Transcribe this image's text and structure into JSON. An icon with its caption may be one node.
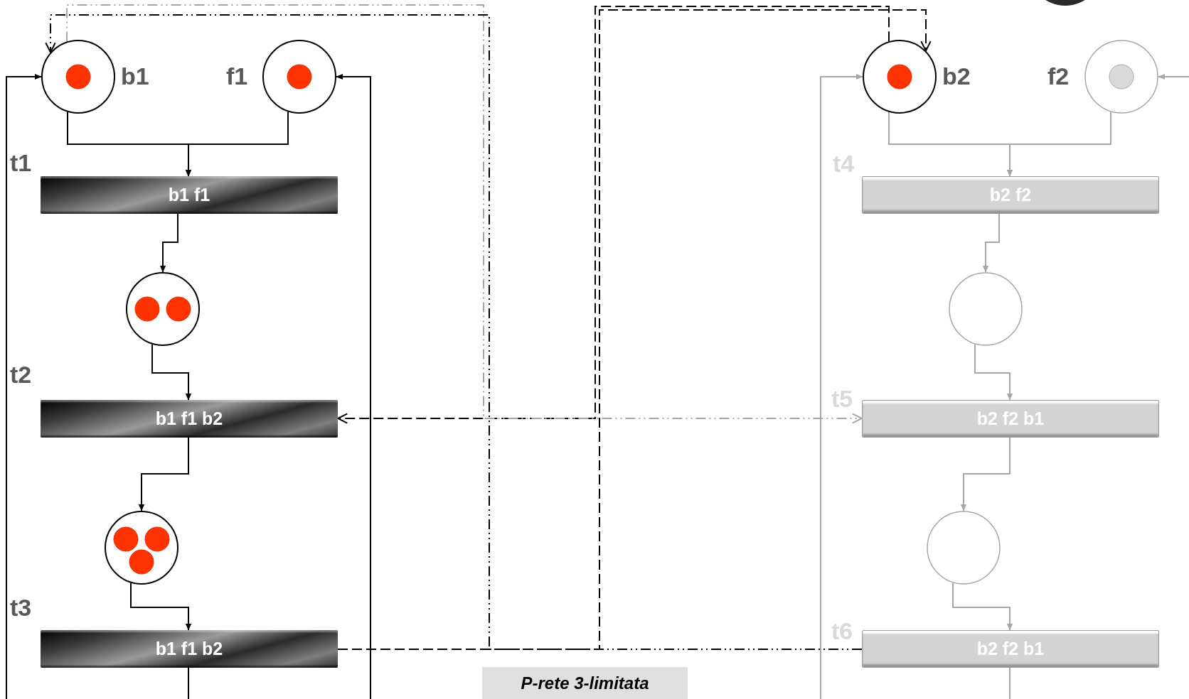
{
  "diagram": {
    "caption": "P-rete 3-limitata",
    "nodes": [
      {
        "text": [
          "b1"
        ]
      },
      {
        "text": [
          "f1"
        ]
      },
      {
        "text": [
          "b2"
        ]
      },
      {
        "text": [
          "f2"
        ]
      },
      {
        "text": [
          "b1 f1"
        ],
        "beside": [
          "t1"
        ]
      },
      {
        "text": [
          "b2 f2"
        ],
        "beside": [
          "t4"
        ]
      },
      {
        "text": [],
        "shape": "circle"
      },
      {
        "text": [],
        "shape": "circle"
      },
      {
        "text": [
          "b1 f1 b2"
        ],
        "beside": [
          "t2"
        ]
      },
      {
        "text": [
          "b2 f2 b1"
        ],
        "beside": [
          "t5"
        ]
      },
      {
        "text": [],
        "shape": "circle"
      },
      {
        "text": [],
        "shape": "circle"
      },
      {
        "text": [
          "b1 f1 b2"
        ],
        "beside": [
          "t3"
        ]
      },
      {
        "text": [
          "b2 f2 b1"
        ],
        "beside": [
          "t6"
        ]
      }
    ],
    "edges": [
      {
        "from": 0,
        "to": 4,
        "arrow": "to"
      },
      {
        "from": 1,
        "to": 4,
        "arrow": "to"
      },
      {
        "from": 4,
        "to": 6,
        "arrow": "to"
      },
      {
        "from": 6,
        "to": 8,
        "arrow": "to"
      },
      {
        "from": 8,
        "to": 10,
        "arrow": "to"
      },
      {
        "from": 10,
        "to": 12,
        "arrow": "to"
      },
      {
        "from": 12,
        "to": null,
        "arrow": "none"
      },
      {
        "from": null,
        "to": 0,
        "arrow": "to"
      },
      {
        "from": null,
        "to": 1,
        "arrow": "to"
      },
      {
        "from": 2,
        "to": 5,
        "arrow": "to",
        "color": "#a6a6a6"
      },
      {
        "from": 3,
        "to": 5,
        "arrow": "to",
        "color": "#a6a6a6"
      },
      {
        "from": 5,
        "to": 7,
        "arrow": "to",
        "color": "#a6a6a6"
      },
      {
        "from": 7,
        "to": 9,
        "arrow": "to",
        "color": "#a6a6a6"
      },
      {
        "from": 9,
        "to": 11,
        "arrow": "to",
        "color": "#a6a6a6"
      },
      {
        "from": 11,
        "to": 13,
        "arrow": "to",
        "color": "#a6a6a6"
      },
      {
        "from": 13,
        "to": null,
        "arrow": "none",
        "color": "#a6a6a6"
      },
      {
        "from": null,
        "to": 2,
        "arrow": "to",
        "color": "#a6a6a6"
      },
      {
        "from": null,
        "to": 3,
        "arrow": "to",
        "color": "#a6a6a6"
      },
      {
        "from": 2,
        "to": 8,
        "arrow": "to",
        "style": "dashed"
      },
      {
        "from": 12,
        "to": 2,
        "arrow": "to",
        "style": "dashed"
      },
      {
        "from": 0,
        "to": 9,
        "arrow": "to",
        "style": "dashed",
        "color": "#a6a6a6"
      },
      {
        "from": 13,
        "to": 0,
        "arrow": "to",
        "style": "dashed"
      }
    ]
  }
}
